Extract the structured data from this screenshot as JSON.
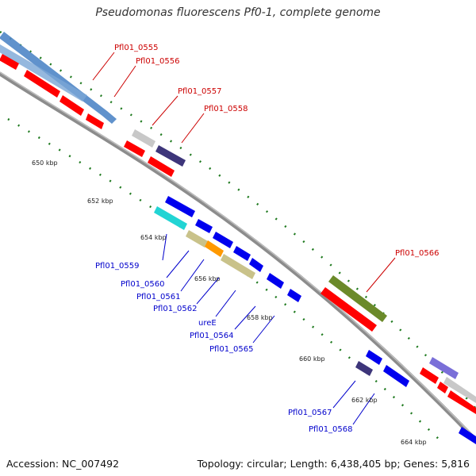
{
  "title": "Pseudomonas fluorescens Pf0-1, complete genome",
  "footer": {
    "accession": "Accession: NC_007492",
    "summary": "Topology: circular; Length: 6,438,405 bp; Genes: 5,816"
  },
  "colors": {
    "backbone": "#8c8c8c",
    "forward_label": "#cc0000",
    "reverse_label": "#0000cc",
    "tick": "#1f7a1f",
    "cds_red": "#ff0000",
    "cds_blue": "#0000ee",
    "cds_steel": "#4f86c6",
    "cds_grey": "#c8c8c8",
    "cds_navy": "#3d357a",
    "cds_cyan": "#22d4d4",
    "cds_khaki": "#c9c28a",
    "cds_orange": "#ff9900",
    "cds_olive": "#6b8a2a",
    "cds_lavender": "#7a6fd8"
  },
  "tick_labels": [
    "650 kbp",
    "652 kbp",
    "654 kbp",
    "656 kbp",
    "658 kbp",
    "660 kbp",
    "662 kbp",
    "664 kbp"
  ],
  "forward_gene_labels": [
    "Pfl01_0555",
    "Pfl01_0556",
    "Pfl01_0557",
    "Pfl01_0558",
    "Pfl01_0566"
  ],
  "reverse_gene_labels": [
    "Pfl01_0559",
    "Pfl01_0560",
    "Pfl01_0561",
    "Pfl01_0562",
    "ureE",
    "Pfl01_0564",
    "Pfl01_0565",
    "Pfl01_0567",
    "Pfl01_0568"
  ]
}
